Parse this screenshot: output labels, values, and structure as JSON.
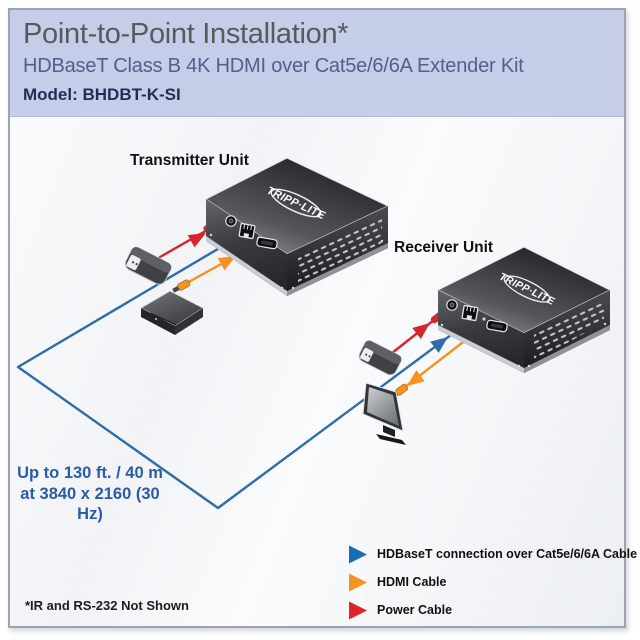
{
  "header": {
    "title": "Point-to-Point Installation*",
    "subtitle": "HDBaseT Class B 4K HDMI over Cat5e/6/6A Extender Kit",
    "model": "Model: BHDBT-K-SI"
  },
  "diagram": {
    "transmitter_label": "Transmitter Unit",
    "receiver_label": "Receiver Unit",
    "brand": "TRIPP·LITE",
    "distance_line1": "Up to 130 ft. / 40 m",
    "distance_line2": "at 3840 x 2160 (30 Hz)",
    "footnote": "*IR and RS-232 Not Shown"
  },
  "legend": {
    "items": [
      {
        "label": "HDBaseT connection over Cat5e/6/6A Cable",
        "color": "#1b6cb5"
      },
      {
        "label": "HDMI Cable",
        "color": "#f6921e"
      },
      {
        "label": "Power Cable",
        "color": "#e1242a"
      }
    ]
  },
  "colors": {
    "header_bg": "#c5cde9",
    "hdbaset_cable": "#2e6da8",
    "hdmi_cable": "#f6921e",
    "power_cable": "#d8242b",
    "distance_text": "#2a5ca8"
  }
}
